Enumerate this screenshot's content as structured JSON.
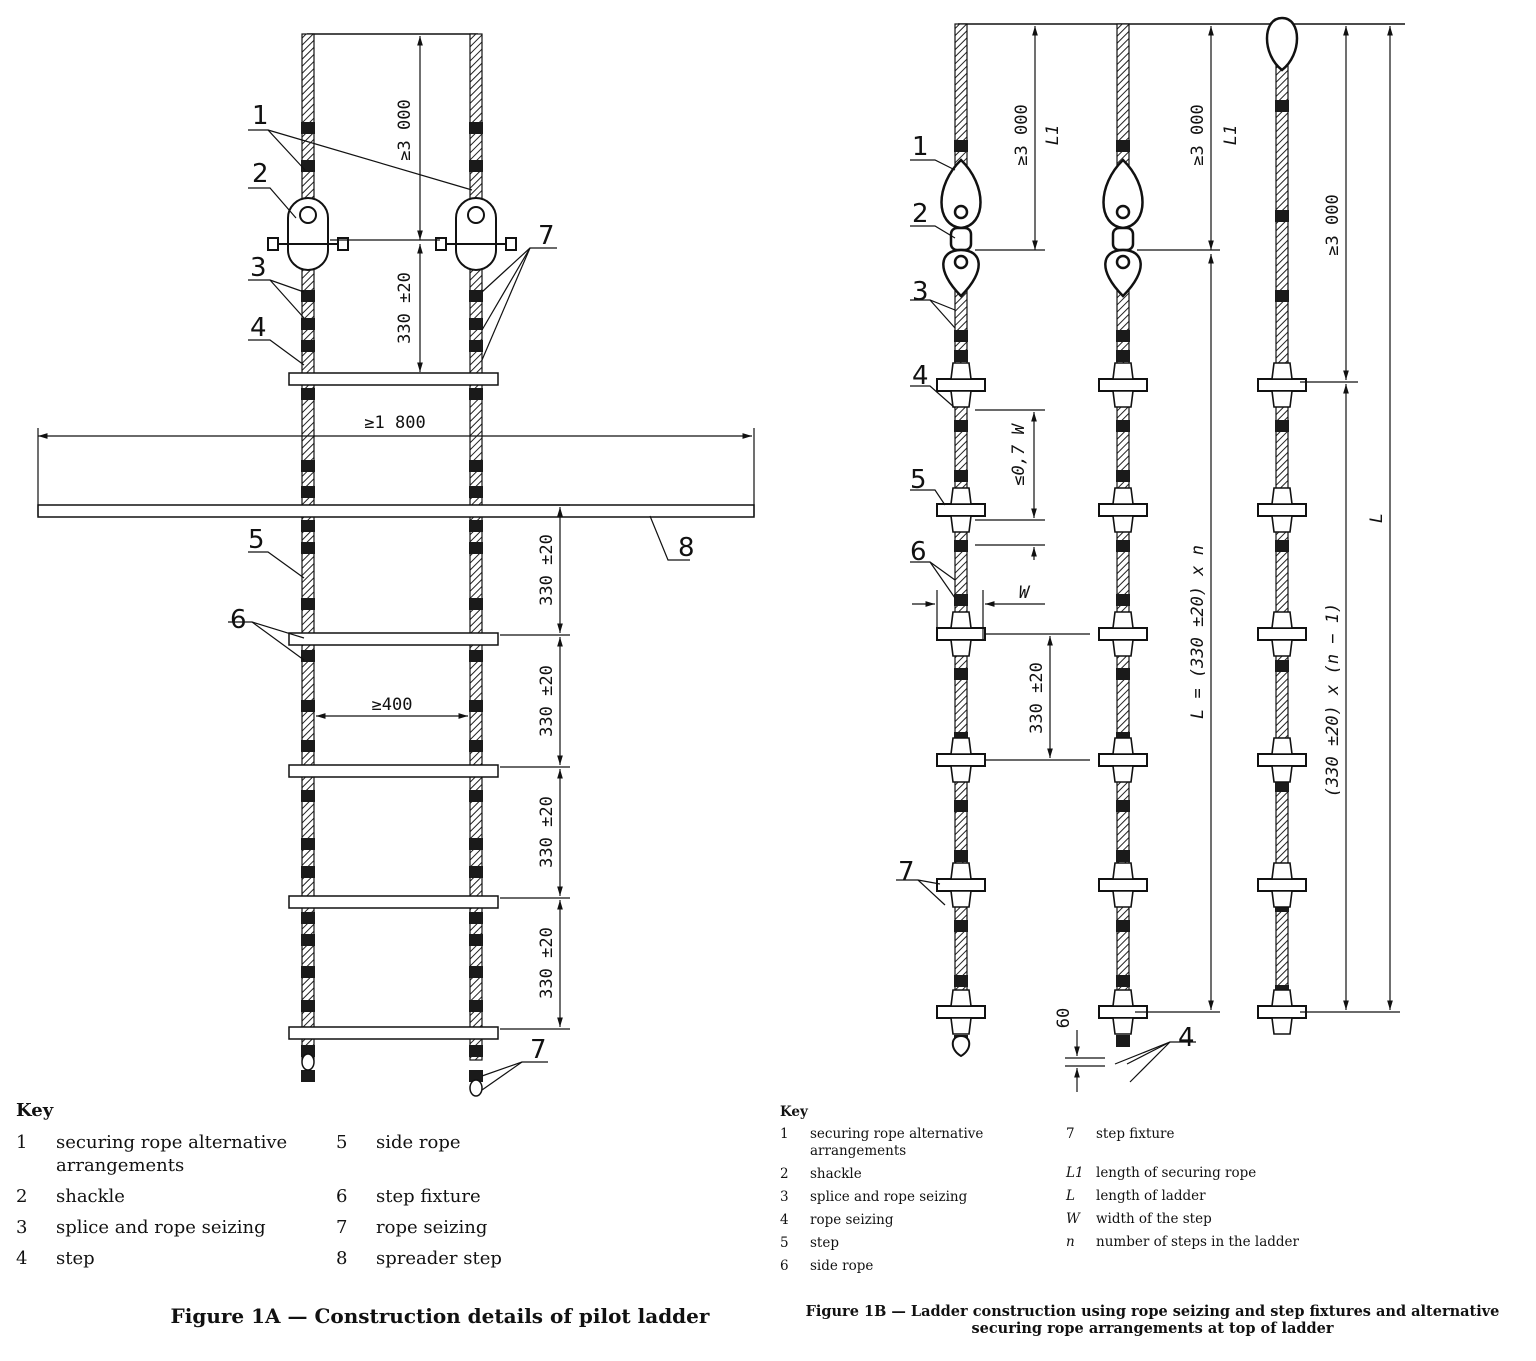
{
  "figureA": {
    "caption": "Figure 1A — Construction details of pilot ladder",
    "dims": {
      "top": "≥3 000",
      "shackle_to_step": "330 ±20",
      "spreader_width": "≥1 800",
      "inner_width": "≥400",
      "step_spacing": "330 ±20"
    },
    "callouts": [
      "1",
      "2",
      "3",
      "4",
      "5",
      "6",
      "7",
      "8"
    ],
    "key": {
      "title": "Key",
      "col1": [
        {
          "num": "1",
          "text": "securing rope alternative arrangements"
        },
        {
          "num": "2",
          "text": "shackle"
        },
        {
          "num": "3",
          "text": "splice and rope seizing"
        },
        {
          "num": "4",
          "text": "step"
        }
      ],
      "col2": [
        {
          "num": "5",
          "text": "side rope"
        },
        {
          "num": "6",
          "text": "step fixture"
        },
        {
          "num": "7",
          "text": "rope seizing"
        },
        {
          "num": "8",
          "text": "spreader step"
        }
      ]
    }
  },
  "figureB": {
    "caption": "Figure 1B — Ladder construction using rope seizing and step fixtures and alternative securing rope arrangements at top of ladder",
    "dims": {
      "top_left": "≥3 000",
      "top_mid": "≥3 000",
      "top_right": "≥3 000",
      "L1": "L1",
      "max_seizing": "≤0,7  W",
      "W": "W",
      "step_spacing": "330 ±20",
      "L_formula": "L = (330 ±20) x n",
      "L_n_minus_1": "(330 ±20) x (n − 1)",
      "L": "L",
      "bottom": "60"
    },
    "callouts": [
      "1",
      "2",
      "3",
      "4",
      "5",
      "6",
      "7",
      "4"
    ],
    "key": {
      "title": "Key",
      "col1": [
        {
          "num": "1",
          "text": "securing rope alternative arrangements"
        },
        {
          "num": "2",
          "text": "shackle"
        },
        {
          "num": "3",
          "text": "splice and rope seizing"
        },
        {
          "num": "4",
          "text": "rope seizing"
        },
        {
          "num": "5",
          "text": "step"
        },
        {
          "num": "6",
          "text": "side rope"
        }
      ],
      "col2": [
        {
          "num": "7",
          "text": "step fixture"
        },
        {
          "num": "L1",
          "text": "length of securing rope"
        },
        {
          "num": "L",
          "text": "length of ladder"
        },
        {
          "num": "W",
          "text": "width of the step"
        },
        {
          "num": "n",
          "text": "number of steps in the ladder"
        }
      ]
    }
  },
  "colors": {
    "ink": "#111111",
    "rope": "#555555",
    "seizing": "#1a1a1a"
  }
}
